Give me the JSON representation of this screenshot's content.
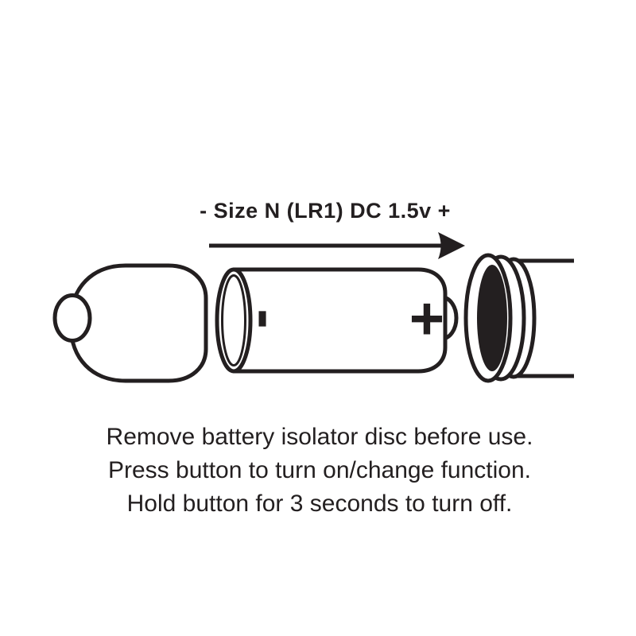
{
  "diagram": {
    "battery_label": "- Size N (LR1) DC 1.5v +",
    "arrow_direction": "right",
    "battery": {
      "negative_marking": "-",
      "positive_marking": "+"
    },
    "colors": {
      "line": "#231f20",
      "background": "#ffffff",
      "isolator_disc": "#231f20"
    }
  },
  "instructions": {
    "lines": [
      "Remove battery isolator disc before use.",
      "Press button to turn on/change function.",
      "Hold button for 3 seconds to turn off."
    ]
  }
}
